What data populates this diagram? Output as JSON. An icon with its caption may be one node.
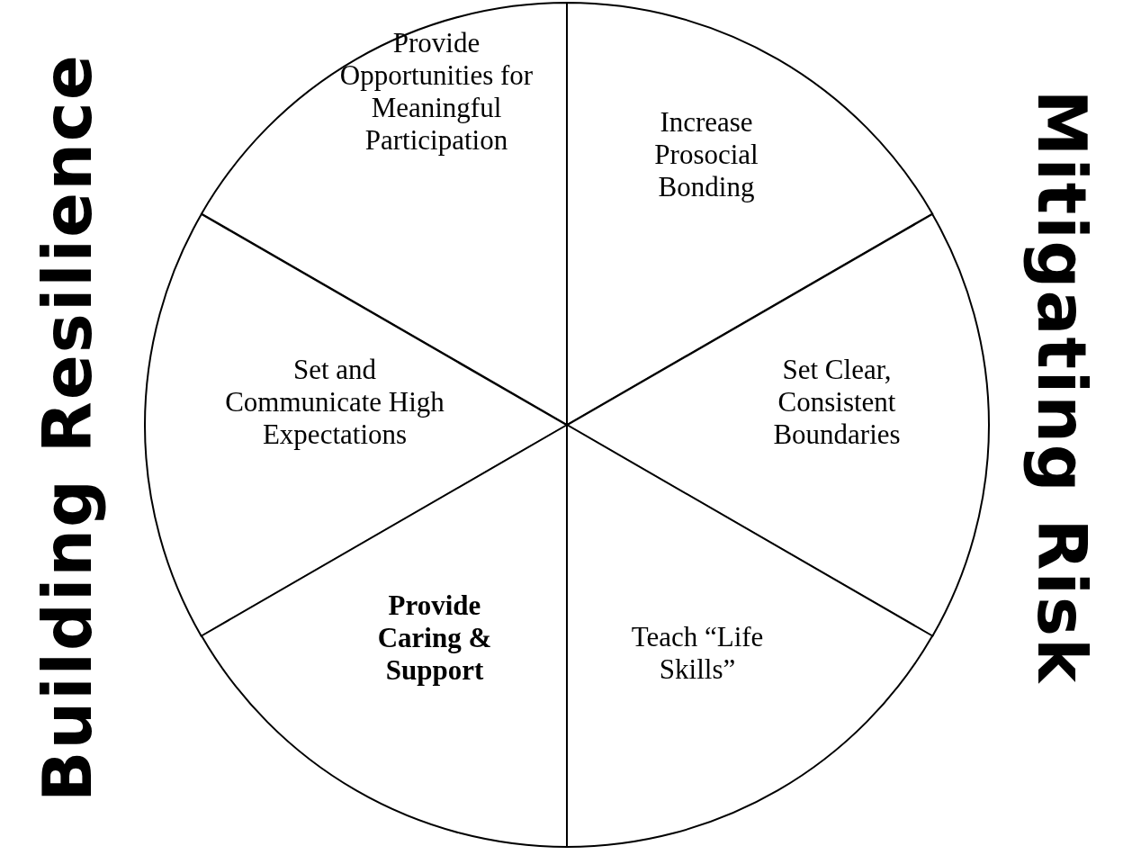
{
  "diagram": {
    "nodes": [
      {
        "text": [
          "Provide Opportunities for Meaningful Participation"
        ]
      },
      {
        "text": [
          "Increase Prosocial Bonding"
        ]
      },
      {
        "text": [
          "Set and Communicate High Expectations"
        ]
      },
      {
        "text": [
          "Set Clear, Consistent Boundaries"
        ]
      },
      {
        "text": [
          "Provide Caring & Support"
        ]
      },
      {
        "text": [
          "Teach “Life Skills”"
        ]
      }
    ],
    "labels": [
      "Building Resilience",
      "Mitigating Risk"
    ]
  }
}
